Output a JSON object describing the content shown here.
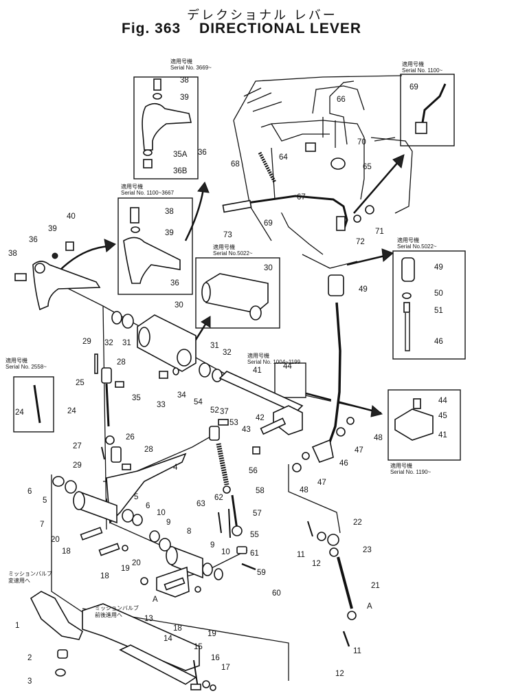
{
  "title": {
    "japanese": "デレクショナル レバー",
    "figure": "Fig. 363",
    "english": "DIRECTIONAL LEVER"
  },
  "serial_notes": [
    {
      "id": "s3669",
      "jp": "適用号機",
      "text": "Serial No. 3669~"
    },
    {
      "id": "s1100_3667",
      "jp": "適用号機",
      "text": "Serial No. 1100~3667"
    },
    {
      "id": "s1100tr",
      "jp": "適用号機",
      "text": "Serial No. 1100~"
    },
    {
      "id": "s5022a",
      "jp": "適用号機",
      "text": "Serial No.5022~"
    },
    {
      "id": "s5022b",
      "jp": "適用号機",
      "text": "Serial No.5022~"
    },
    {
      "id": "s2558",
      "jp": "適用号機",
      "text": "Serial No. 2558~"
    },
    {
      "id": "s1004",
      "jp": "適用号機",
      "text": "Serial No. 1004~1199"
    },
    {
      "id": "s1190",
      "jp": "適用号機",
      "text": "Serial No. 1190~"
    }
  ],
  "notes_jp": [
    {
      "id": "mission1",
      "lines": [
        "ミッションバルブ",
        "変速用へ"
      ]
    },
    {
      "id": "mission2",
      "lines": [
        "ミッションバルブ",
        "前後進用へ"
      ]
    }
  ],
  "callouts": [
    {
      "t": "38"
    },
    {
      "t": "39"
    },
    {
      "t": "35A"
    },
    {
      "t": "36B"
    },
    {
      "t": "36"
    },
    {
      "t": "38"
    },
    {
      "t": "39"
    },
    {
      "t": "36"
    },
    {
      "t": "69"
    },
    {
      "t": "66"
    },
    {
      "t": "70"
    },
    {
      "t": "64"
    },
    {
      "t": "65"
    },
    {
      "t": "68"
    },
    {
      "t": "67"
    },
    {
      "t": "73"
    },
    {
      "t": "69"
    },
    {
      "t": "72"
    },
    {
      "t": "71"
    },
    {
      "t": "40"
    },
    {
      "t": "39"
    },
    {
      "t": "36"
    },
    {
      "t": "38"
    },
    {
      "t": "30"
    },
    {
      "t": "30"
    },
    {
      "t": "49"
    },
    {
      "t": "49"
    },
    {
      "t": "50"
    },
    {
      "t": "51"
    },
    {
      "t": "46"
    },
    {
      "t": "32"
    },
    {
      "t": "31"
    },
    {
      "t": "29"
    },
    {
      "t": "28"
    },
    {
      "t": "25"
    },
    {
      "t": "35"
    },
    {
      "t": "33"
    },
    {
      "t": "34"
    },
    {
      "t": "31"
    },
    {
      "t": "32"
    },
    {
      "t": "41"
    },
    {
      "t": "44"
    },
    {
      "t": "37"
    },
    {
      "t": "54"
    },
    {
      "t": "52"
    },
    {
      "t": "53"
    },
    {
      "t": "42"
    },
    {
      "t": "43"
    },
    {
      "t": "44"
    },
    {
      "t": "45"
    },
    {
      "t": "41"
    },
    {
      "t": "48"
    },
    {
      "t": "47"
    },
    {
      "t": "46"
    },
    {
      "t": "47"
    },
    {
      "t": "48"
    },
    {
      "t": "24"
    },
    {
      "t": "24"
    },
    {
      "t": "26"
    },
    {
      "t": "27"
    },
    {
      "t": "29"
    },
    {
      "t": "28"
    },
    {
      "t": "4"
    },
    {
      "t": "56"
    },
    {
      "t": "58"
    },
    {
      "t": "57"
    },
    {
      "t": "62"
    },
    {
      "t": "63"
    },
    {
      "t": "55"
    },
    {
      "t": "61"
    },
    {
      "t": "59"
    },
    {
      "t": "60"
    },
    {
      "t": "6"
    },
    {
      "t": "5"
    },
    {
      "t": "7"
    },
    {
      "t": "20"
    },
    {
      "t": "18"
    },
    {
      "t": "5"
    },
    {
      "t": "6"
    },
    {
      "t": "10"
    },
    {
      "t": "9"
    },
    {
      "t": "8"
    },
    {
      "t": "18"
    },
    {
      "t": "19"
    },
    {
      "t": "20"
    },
    {
      "t": "9"
    },
    {
      "t": "10"
    },
    {
      "t": "A"
    },
    {
      "t": "13"
    },
    {
      "t": "18"
    },
    {
      "t": "19"
    },
    {
      "t": "22"
    },
    {
      "t": "11"
    },
    {
      "t": "12"
    },
    {
      "t": "23"
    },
    {
      "t": "21"
    },
    {
      "t": "A"
    },
    {
      "t": "11"
    },
    {
      "t": "12"
    },
    {
      "t": "1"
    },
    {
      "t": "14"
    },
    {
      "t": "2"
    },
    {
      "t": "3"
    },
    {
      "t": "15"
    },
    {
      "t": "16"
    },
    {
      "t": "17"
    }
  ]
}
